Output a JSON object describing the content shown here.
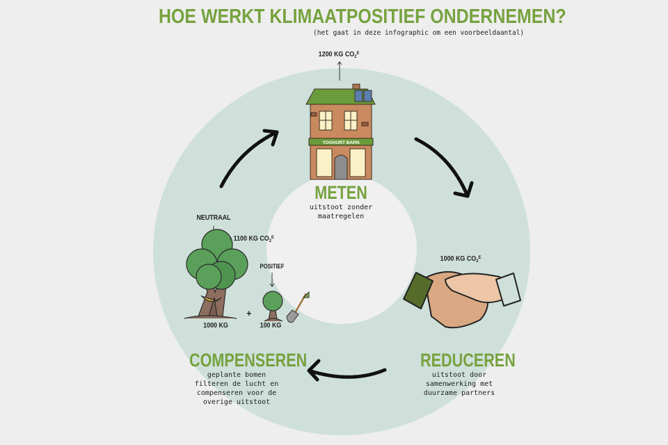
{
  "header": {
    "title": "HOE WERKT KLIMAATPOSITIEF ONDERNEMEN?",
    "subtitle": "(het gaat in deze infographic om een voorbeeldaantal)"
  },
  "colors": {
    "background": "#eeeeee",
    "ring": "#cfe0da",
    "inner_circle": "#f0f0f0",
    "accent_green": "#76a23f",
    "arrow": "#111111"
  },
  "steps": [
    {
      "id": "meten",
      "title": "METEN",
      "description": "uitstoot zonder\nmaatregelen",
      "emission_label": {
        "value": "1200 KG",
        "unit": "CO",
        "sub": "2",
        "sup": "E"
      },
      "illustration": "house-icon",
      "shop_sign": "YOGHURT BARN"
    },
    {
      "id": "reduceren",
      "title": "REDUCEREN",
      "description": "uitstoot door\nsamenwerking met\nduurzame partners",
      "emission_label": {
        "value": "1000 KG",
        "unit": "CO",
        "sub": "2",
        "sup": "E"
      },
      "illustration": "handshake-icon"
    },
    {
      "id": "compenseren",
      "title": "COMPENSEREN",
      "description": "geplante bomen\nfilteren de lucht en\ncompenseren voor de\noverige uitstoot",
      "emission_label": {
        "value": "- 1100 KG",
        "unit": "CO",
        "sub": "2",
        "sup": "E"
      },
      "illustration": "trees-icon",
      "neutral_label": "NEUTRAAL",
      "positive_label": "POSITIEF",
      "big_trees_amount": "1000 KG",
      "small_tree_amount": "100 KG",
      "plus_sign": "+"
    }
  ],
  "cycle_arrows": [
    {
      "from": "compenseren",
      "to": "meten",
      "icon": "curved-arrow-up-right-icon"
    },
    {
      "from": "meten",
      "to": "reduceren",
      "icon": "curved-arrow-down-right-icon"
    },
    {
      "from": "reduceren",
      "to": "compenseren",
      "icon": "curved-arrow-left-icon"
    }
  ]
}
